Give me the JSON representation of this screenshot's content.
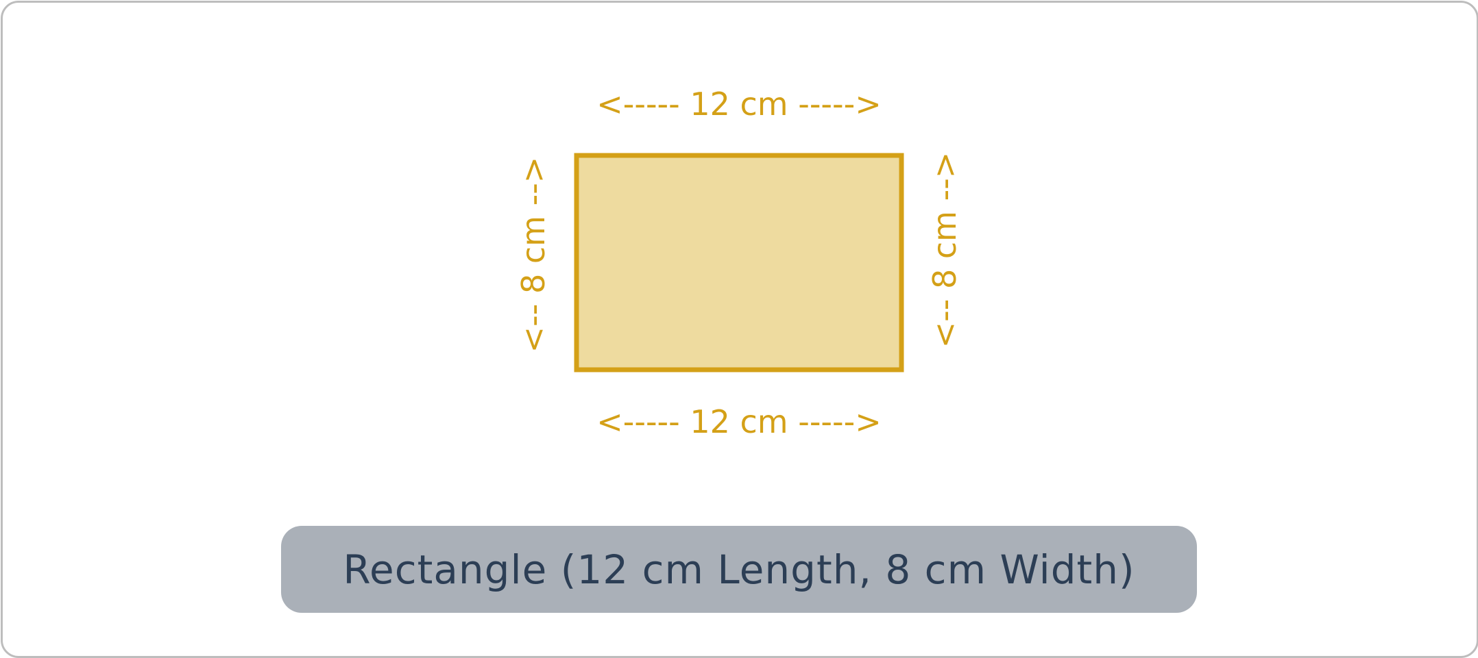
{
  "diagram": {
    "shape": "rectangle",
    "fill_color": "#eedb9f",
    "stroke_color": "#d4a017",
    "dimension_color": "#d4a017",
    "top_dimension": "<----- 12 cm ----->",
    "bottom_dimension": "<----- 12 cm ----->",
    "left_dimension": "<-- 8 cm -->",
    "right_dimension": "<-- 8 cm -->"
  },
  "caption": {
    "text": "Rectangle (12 cm Length, 8 cm Width)",
    "background_color": "#aab0b8",
    "text_color": "#2c3e55"
  }
}
